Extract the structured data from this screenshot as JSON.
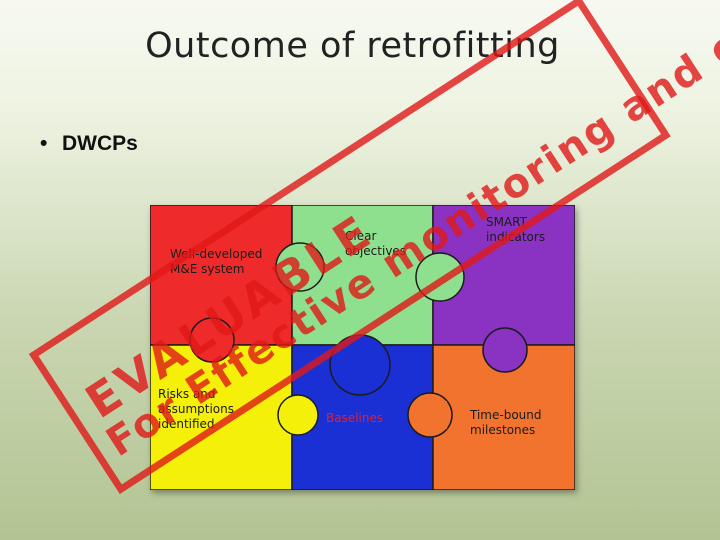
{
  "slide": {
    "title": "Outcome of retrofitting",
    "bullet": "DWCPs",
    "bullet_marker": "•"
  },
  "puzzle": {
    "pieces": [
      {
        "label": "Well-developed M&E system",
        "color": "#ef2a2a"
      },
      {
        "label": "Clear objectives",
        "color": "#8ee08e"
      },
      {
        "label": "SMART indicators",
        "color": "#8a33c2"
      },
      {
        "label": "Risks and assumptions identified",
        "color": "#f5f00a"
      },
      {
        "label": "Baselines",
        "color": "#1a2fd4"
      },
      {
        "label": "Time-bound milestones",
        "color": "#f2732e"
      }
    ]
  },
  "stamp": {
    "line1": "For Effective monitoring and evaluations",
    "line2": "EVALUABLE",
    "color": "#e01818"
  }
}
